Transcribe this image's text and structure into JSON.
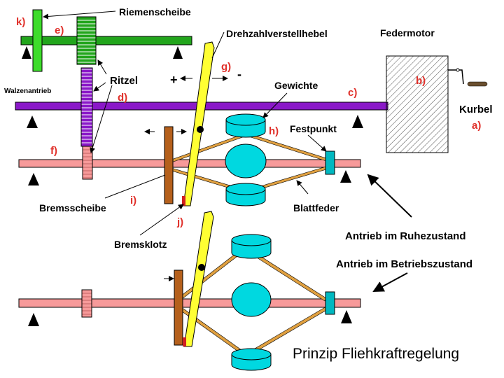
{
  "labels": {
    "riemenscheibe": "Riemenscheibe",
    "drehzahl": "Drehzahlverstellhebel",
    "federmotor": "Federmotor",
    "ritzel": "Ritzel",
    "walzenantrieb": "Walzenantrieb",
    "gewichte": "Gewichte",
    "kurbel": "Kurbel",
    "festpunkt": "Festpunkt",
    "bremsscheibe": "Bremsscheibe",
    "blattfeder": "Blattfeder",
    "bremsklotz": "Bremsklotz",
    "ruhe": "Antrieb im Ruhezustand",
    "betrieb": "Antrieb im Betriebszustand",
    "plus": "+",
    "minus": "-"
  },
  "letters": {
    "a": "a)",
    "b": "b)",
    "c": "c)",
    "d": "d)",
    "e": "e)",
    "f": "f)",
    "g": "g)",
    "h": "h)",
    "i": "i)",
    "j": "j)",
    "k": "k)"
  },
  "title": "Prinzip Fliehkraftregelung",
  "colors": {
    "roller_shaft": "#22a51c",
    "pulley": "#3ddc2b",
    "main_shaft": "#8a18c8",
    "brake_shaft": "#f79a9a",
    "brake_disc": "#b5601c",
    "lever": "#ffff33",
    "weight": "#00d8e0",
    "spring": "#e0a040",
    "red_label": "#e0302a"
  }
}
